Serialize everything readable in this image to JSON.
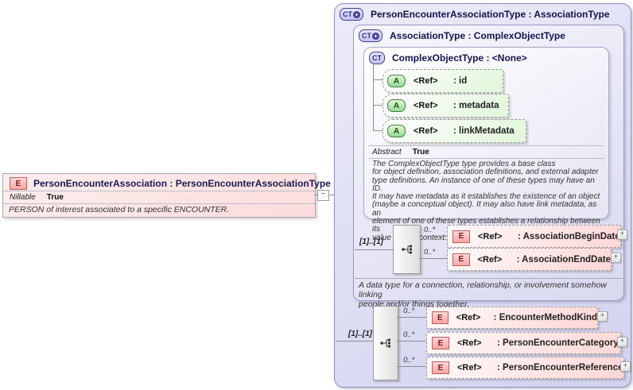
{
  "icons": {
    "collapse": "−",
    "expand": "+",
    "composite_plus": "+"
  },
  "colors": {
    "lavender_panel": "#d8d8f0",
    "element_pink": "#ffd6d6",
    "attribute_green": "#e0f6da",
    "badge_element_red": "#7c1818",
    "badge_attribute_green": "#174f17",
    "badge_type_navy": "#30308a",
    "title_navy": "#14144a"
  },
  "left_element": {
    "badge": "E",
    "title": "PersonEncounterAssociation : PersonEncounterAssociationType",
    "nillable_label": "Nillable",
    "nillable_value": "True",
    "annotation": "PERSON of interest associated to a specific ENCOUNTER."
  },
  "outer_type": {
    "badge": "CT",
    "title": "PersonEncounterAssociationType : AssociationType",
    "sequence": {
      "cardinality": "[1]..[1]",
      "children": [
        {
          "occurs": "0..*",
          "badge": "E",
          "ref": "<Ref>",
          "name": ": EncounterMethodKind"
        },
        {
          "occurs": "0..*",
          "badge": "E",
          "ref": "<Ref>",
          "name": ": PersonEncounterCategory"
        },
        {
          "occurs": "0..*",
          "badge": "E",
          "ref": "<Ref>",
          "name": ": PersonEncounterReference"
        }
      ]
    }
  },
  "association_type": {
    "badge": "CT",
    "title": "AssociationType : ComplexObjectType",
    "annotation": "A data type for a connection, relationship, or involvement somehow linking\npeople and/or things together.",
    "sequence": {
      "cardinality": "[1]..[1]",
      "children": [
        {
          "occurs": "0..*",
          "badge": "E",
          "ref": "<Ref>",
          "name": ": AssociationBeginDate"
        },
        {
          "occurs": "0..*",
          "badge": "E",
          "ref": "<Ref>",
          "name": ": AssociationEndDate"
        }
      ]
    }
  },
  "complex_object_type": {
    "badge": "CT",
    "title": "ComplexObjectType : <None>",
    "attributes": [
      {
        "badge": "A",
        "ref": "<Ref>",
        "name": ": id"
      },
      {
        "badge": "A",
        "ref": "<Ref>",
        "name": ": metadata"
      },
      {
        "badge": "A",
        "ref": "<Ref>",
        "name": ": linkMetadata"
      }
    ],
    "abstract_label": "Abstract",
    "abstract_value": "True",
    "annotation": "The ComplexObjectType type provides a base class\nfor object definition, association definitions, and external adapter\ntype definitions. An instance of one of these types may have an ID.\nIt may have metadata as it establishes the existence of an object\n(maybe a conceptual object). It may also have link metadata, as an\nelement of one of these types establishes a relationship between its\nvalue and its context."
  }
}
